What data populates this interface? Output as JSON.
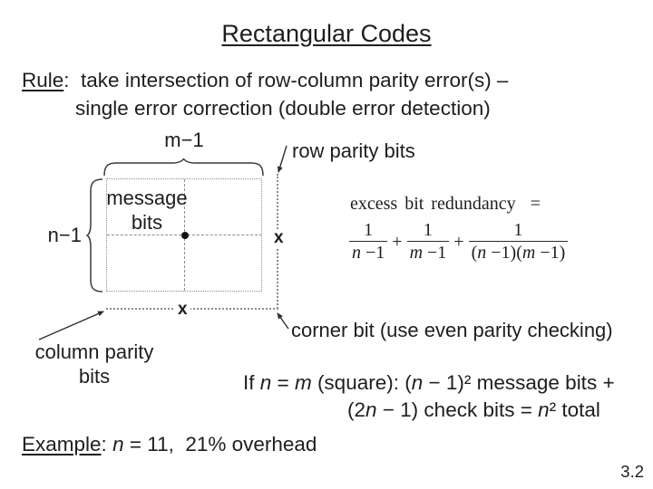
{
  "slide": {
    "title": "Rectangular Codes",
    "page_number": "3.2"
  },
  "colors": {
    "background": "#ffffff",
    "text": "#1e1e1e",
    "dashed_line_gray": "#8d8d8d",
    "arrow_black": "#2e2e2e"
  },
  "rule": {
    "label": "Rule",
    "line1_rest": ":  take intersection of row-column parity error(s) –",
    "line2": "single error correction (double error detection)"
  },
  "diagram": {
    "m_label": "m−1",
    "n_label": "n−1",
    "message_label": "message bits",
    "row_parity_label": "row parity bits",
    "column_parity_label": "column parity bits",
    "corner_label": "corner bit (use even parity checking)",
    "x_row_parity": "x",
    "x_column_parity": "x"
  },
  "formula": {
    "intro": "excess bit redundancy  =",
    "plus1": "+",
    "plus2": "+",
    "frac1": {
      "num": "1",
      "den": [
        {
          "t": "n",
          "i": true
        },
        {
          "t": " −1"
        }
      ]
    },
    "frac2": {
      "num": "1",
      "den": [
        {
          "t": "m",
          "i": true
        },
        {
          "t": " −1"
        }
      ]
    },
    "frac3": {
      "num": "1",
      "den": [
        {
          "t": "("
        },
        {
          "t": "n",
          "i": true
        },
        {
          "t": " −1)("
        },
        {
          "t": "m",
          "i": true
        },
        {
          "t": " −1)"
        }
      ]
    }
  },
  "ifsquare": {
    "line1": [
      {
        "t": "If "
      },
      {
        "t": "n",
        "i": true
      },
      {
        "t": " = "
      },
      {
        "t": "m",
        "i": true
      },
      {
        "t": " (square): ("
      },
      {
        "t": "n",
        "i": true
      },
      {
        "t": " − 1)² message bits +"
      }
    ],
    "line2": [
      {
        "t": "(2"
      },
      {
        "t": "n",
        "i": true
      },
      {
        "t": " − 1) check bits = "
      },
      {
        "t": "n",
        "i": true
      },
      {
        "t": "² total"
      }
    ]
  },
  "example": {
    "label": "Example",
    "rest": [
      {
        "t": ": "
      },
      {
        "t": "n",
        "i": true
      },
      {
        "t": " = 11,  21% overhead"
      }
    ]
  }
}
